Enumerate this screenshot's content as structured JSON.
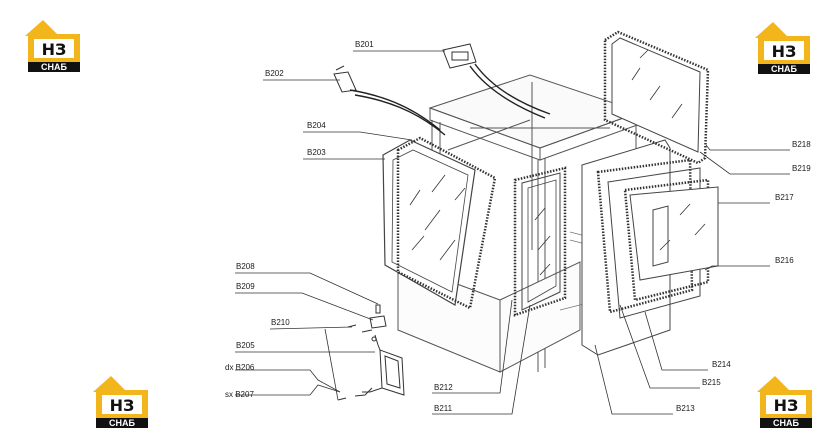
{
  "brand": {
    "logo_text": "НЗ",
    "logo_sub": "СНАБ",
    "colors": {
      "yellow": "#f2b51c",
      "black": "#111111"
    }
  },
  "parts": {
    "B201": "B201",
    "B202": "B202",
    "B203": "B203",
    "B204": "B204",
    "B205": "B205",
    "B206": "dx B206",
    "B207": "sx B207",
    "B208": "B208",
    "B209": "B209",
    "B210": "B210",
    "B211": "B211",
    "B212": "B212",
    "B213": "B213",
    "B214": "B214",
    "B215": "B215",
    "B216": "B216",
    "B217": "B217",
    "B218": "B218",
    "B219": "B219"
  }
}
